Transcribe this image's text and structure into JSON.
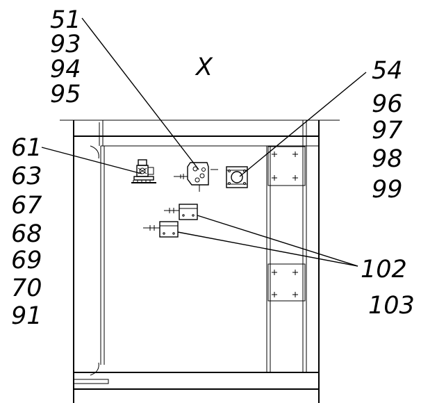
{
  "view_label": "X",
  "callouts": {
    "top_left_group": [
      "51",
      "93",
      "94",
      "95"
    ],
    "top_right_group": [
      "54",
      "96",
      "97",
      "98",
      "99"
    ],
    "left_group": [
      "61",
      "63",
      "67",
      "68",
      "69",
      "70",
      "91"
    ],
    "right_lower_group": [
      "102",
      "103"
    ]
  }
}
